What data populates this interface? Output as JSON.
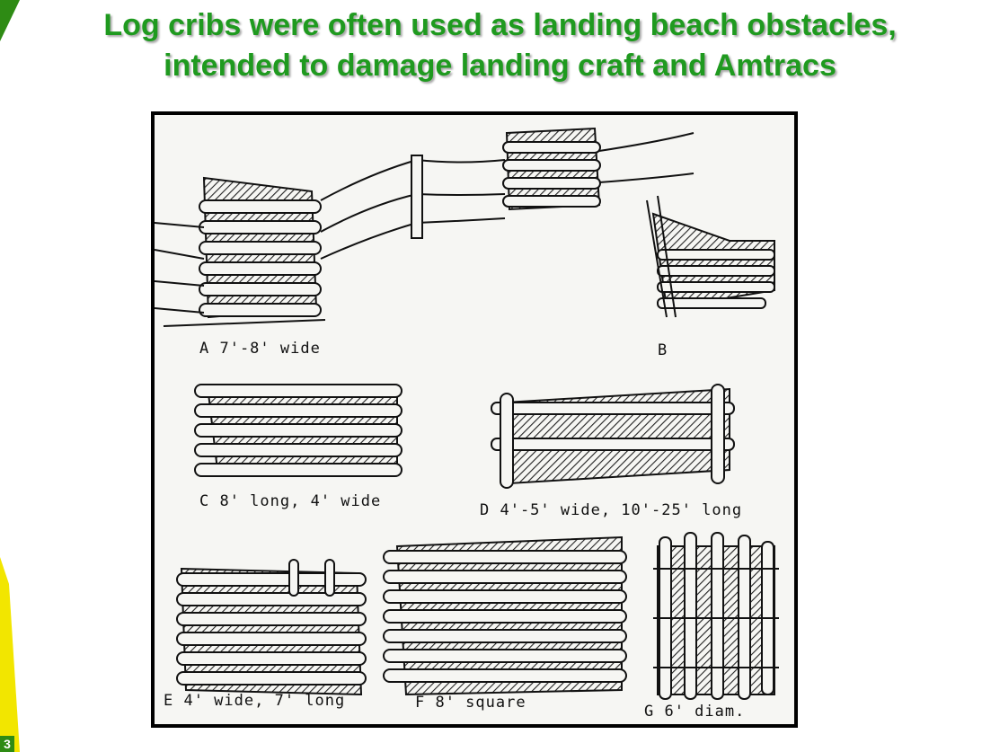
{
  "title": {
    "line1": "Log cribs were often used as landing beach obstacles,",
    "line2": "intended to damage landing craft and Amtracs"
  },
  "slide_number": "3",
  "figure": {
    "captions": {
      "a": "A 7'-8' wide",
      "b": "B",
      "c": "C 8' long, 4' wide",
      "d": "D 4'-5' wide, 10'-25' long",
      "e": "E 4' wide, 7' long",
      "f": "F 8' square",
      "g": "G 6' diam."
    }
  },
  "colors": {
    "title_green": "#1f9a1f",
    "accent_yellow": "#f2e600",
    "accent_green": "#2e8b14"
  }
}
